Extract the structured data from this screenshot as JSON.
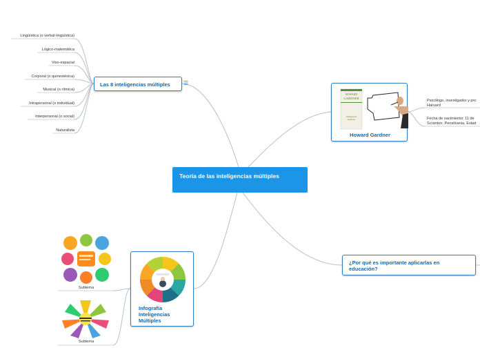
{
  "central": {
    "title": "Teoría de las inteligencias múltiples"
  },
  "branches": {
    "inteligencias": {
      "title": "Las 8 inteligencias múltiples",
      "items": [
        "Lingüística (o verbal-lingüística)",
        "Lógico-matemática",
        "Viso-espacial",
        "Corporal (o quinestésica)",
        "Musical (o rítmica)",
        "Intrapersonal (o individual)",
        "Interpersonal (o social)",
        "Naturalista"
      ],
      "notes_icon": "notes-icon"
    },
    "gardner": {
      "title": "Howard Gardner",
      "book_author": "HOWARD GARDNER",
      "book_title": "Inteligencias múltiples",
      "facts": [
        [
          "Psicólogo, investigador y pro",
          "Harvard"
        ],
        [
          "Fecha de nacimiento: 11 de",
          "Scranton, Pensilvania, Estad"
        ]
      ]
    },
    "porque": {
      "title": "¿Por qué es importante aplicarlas en educación?"
    },
    "infografia": {
      "title": "Infografía Inteligencias Múltiples",
      "subtopics": [
        "Subtema",
        "Subtema"
      ]
    }
  },
  "colors": {
    "central_bg": "#1b95e7",
    "node_border": "#2f7fc1",
    "node_text": "#1565a8",
    "connector": "#b7bfc8"
  }
}
